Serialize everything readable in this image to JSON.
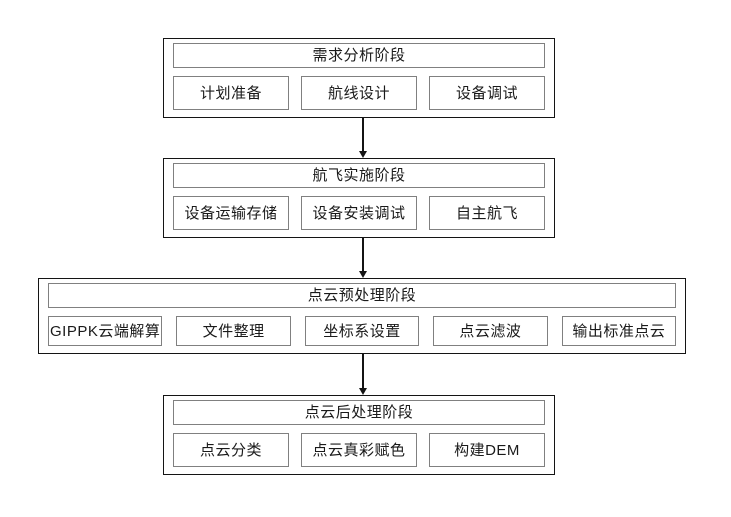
{
  "flowchart": {
    "description": "UAV LiDAR point cloud workflow flowchart, four sequential stages connected by downward arrows",
    "stages": [
      {
        "id": "requirements-analysis",
        "title": "需求分析阶段",
        "items": [
          "计划准备",
          "航线设计",
          "设备调试"
        ]
      },
      {
        "id": "flight-implementation",
        "title": "航飞实施阶段",
        "items": [
          "设备运输存储",
          "设备安装调试",
          "自主航飞"
        ]
      },
      {
        "id": "pointcloud-preprocessing",
        "title": "点云预处理阶段",
        "items": [
          "GIPPK云端解算",
          "文件整理",
          "坐标系设置",
          "点云滤波",
          "输出标准点云"
        ]
      },
      {
        "id": "pointcloud-postprocessing",
        "title": "点云后处理阶段",
        "items": [
          "点云分类",
          "点云真彩赋色",
          "构建DEM"
        ]
      }
    ],
    "colors": {
      "background": "#ffffff",
      "outer_border": "#141414",
      "inner_border": "#808080",
      "text": "#1a1a1a",
      "arrow": "#141414"
    }
  }
}
